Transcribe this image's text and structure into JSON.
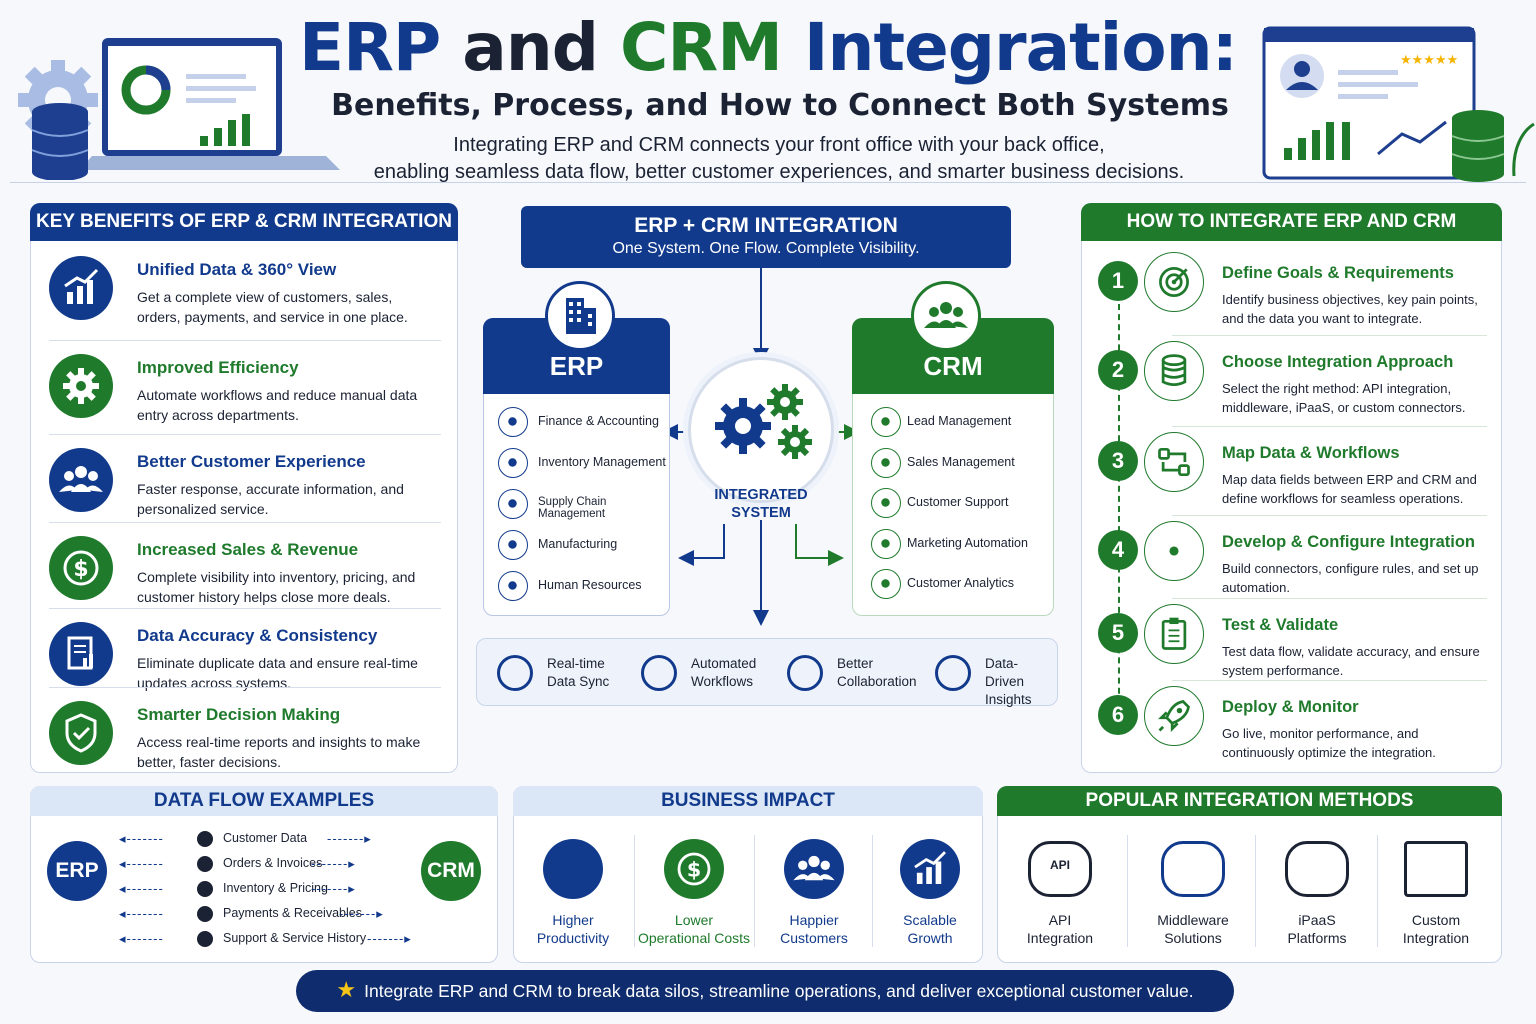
{
  "header": {
    "title_part1": "ERP",
    "title_part2": " and ",
    "title_part3": "CRM",
    "title_part4": " Integration:",
    "subtitle": "Benefits, Process, and How to Connect Both Systems",
    "intro_line1": "Integrating ERP and CRM connects your front office with your back office,",
    "intro_line2": "enabling seamless data flow, better customer experiences, and smarter business decisions."
  },
  "benefits": {
    "heading": "KEY BENEFITS OF ERP & CRM INTEGRATION",
    "items": [
      {
        "title": "Unified Data & 360° View",
        "desc": "Get a complete view of customers, sales, orders, payments, and service in one place.",
        "icon": "chart-icon",
        "color": "blue"
      },
      {
        "title": "Improved Efficiency",
        "desc": "Automate workflows and reduce manual data entry across departments.",
        "icon": "gear-icon",
        "color": "green"
      },
      {
        "title": "Better Customer Experience",
        "desc": "Faster response, accurate information, and personalized service.",
        "icon": "users-icon",
        "color": "blue"
      },
      {
        "title": "Increased Sales & Revenue",
        "desc": "Complete visibility into inventory, pricing, and customer history helps close more deals.",
        "icon": "dollar-icon",
        "color": "green"
      },
      {
        "title": "Data Accuracy & Consistency",
        "desc": "Eliminate duplicate data and ensure real-time updates across systems.",
        "icon": "document-icon",
        "color": "blue"
      },
      {
        "title": "Smarter Decision Making",
        "desc": "Access real-time reports and insights to make better, faster decisions.",
        "icon": "shield-icon",
        "color": "green"
      }
    ]
  },
  "center": {
    "banner_title": "ERP + CRM INTEGRATION",
    "banner_sub": "One System. One Flow. Complete Visibility.",
    "erp_label": "ERP",
    "crm_label": "CRM",
    "hub_line1": "INTEGRATED",
    "hub_line2": "SYSTEM",
    "erp_modules": [
      "Finance & Accounting",
      "Inventory Management",
      "Supply Chain Management",
      "Manufacturing",
      "Human Resources"
    ],
    "crm_modules": [
      "Lead Management",
      "Sales Management",
      "Customer Support",
      "Marketing Automation",
      "Customer Analytics"
    ],
    "outcomes": [
      {
        "line1": "Real-time",
        "line2": "Data Sync"
      },
      {
        "line1": "Automated",
        "line2": "Workflows"
      },
      {
        "line1": "Better",
        "line2": "Collaboration"
      },
      {
        "line1": "Data-Driven",
        "line2": "Insights"
      }
    ]
  },
  "steps": {
    "heading": "HOW TO INTEGRATE ERP AND CRM",
    "items": [
      {
        "num": "1",
        "title": "Define Goals & Requirements",
        "desc": "Identify business objectives, key pain points, and the data you want to integrate.",
        "icon": "target-icon"
      },
      {
        "num": "2",
        "title": "Choose Integration Approach",
        "desc": "Select the right method: API integration, middleware, iPaaS, or custom connectors.",
        "icon": "database-icon"
      },
      {
        "num": "3",
        "title": "Map Data & Workflows",
        "desc": "Map data fields between ERP and CRM and define workflows for seamless operations.",
        "icon": "flow-icon"
      },
      {
        "num": "4",
        "title": "Develop & Configure Integration",
        "desc": "Build connectors, configure rules, and set up automation.",
        "icon": "gear-icon"
      },
      {
        "num": "5",
        "title": "Test & Validate",
        "desc": "Test data flow, validate accuracy, and ensure system performance.",
        "icon": "clipboard-icon"
      },
      {
        "num": "6",
        "title": "Deploy & Monitor",
        "desc": "Go live, monitor performance, and continuously optimize the integration.",
        "icon": "rocket-icon"
      }
    ]
  },
  "dataflow": {
    "heading": "DATA FLOW EXAMPLES",
    "erp": "ERP",
    "crm": "CRM",
    "items": [
      "Customer Data",
      "Orders & Invoices",
      "Inventory & Pricing",
      "Payments & Receivables",
      "Support & Service History"
    ]
  },
  "impact": {
    "heading": "BUSINESS IMPACT",
    "items": [
      {
        "line1": "Higher",
        "line2": "Productivity"
      },
      {
        "line1": "Lower",
        "line2": "Operational Costs"
      },
      {
        "line1": "Happier",
        "line2": "Customers"
      },
      {
        "line1": "Scalable",
        "line2": "Growth"
      }
    ]
  },
  "methods": {
    "heading": "POPULAR INTEGRATION METHODS",
    "api_badge": "API",
    "items": [
      {
        "line1": "API",
        "line2": "Integration"
      },
      {
        "line1": "Middleware",
        "line2": "Solutions"
      },
      {
        "line1": "iPaaS",
        "line2": "Platforms"
      },
      {
        "line1": "Custom",
        "line2": "Integration"
      }
    ]
  },
  "footer": {
    "text": "Integrate ERP and CRM to break data silos, streamline operations, and deliver exceptional customer value."
  },
  "colors": {
    "navy": "#123a8c",
    "green": "#1f7a2c",
    "footer": "#0f2d6e"
  }
}
